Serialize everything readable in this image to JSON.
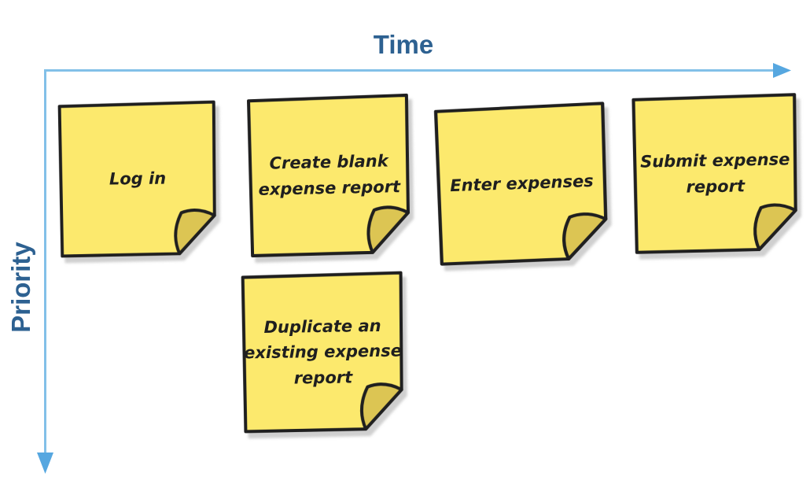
{
  "diagram": {
    "type": "user-story-map",
    "axes": {
      "x_label": "Time",
      "y_label": "Priority"
    },
    "colors": {
      "axis_line": "#82c0e8",
      "axis_arrow": "#56a7e0",
      "axis_label_text": "#2d6191",
      "note_fill": "#fce96d",
      "note_fold": "#dcc553",
      "note_outline": "#1f1f1f",
      "note_text": "#1f1f1f"
    },
    "notes": [
      {
        "id": "log-in",
        "label": "Log in",
        "column": 1,
        "row": 1
      },
      {
        "id": "create-blank-expense-report",
        "label": "Create blank\nexpense report",
        "column": 2,
        "row": 1
      },
      {
        "id": "enter-expenses",
        "label": "Enter expenses",
        "column": 3,
        "row": 1
      },
      {
        "id": "submit-expense-report",
        "label": "Submit expense\nreport",
        "column": 4,
        "row": 1
      },
      {
        "id": "duplicate-an-existing-expense-report",
        "label": "Duplicate an\nexisting expense\nreport",
        "column": 2,
        "row": 2
      }
    ]
  }
}
